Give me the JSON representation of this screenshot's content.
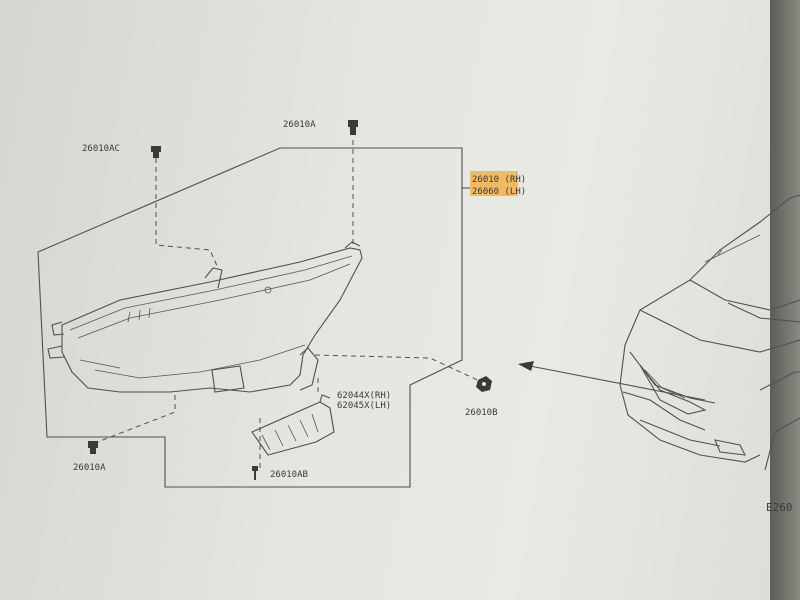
{
  "labels": {
    "part_ac": "26010AC",
    "part_a_top": "26010A",
    "main_rh": "26010 (RH)",
    "main_lh": "26060 (LH)",
    "bracket_rh": "62044X(RH)",
    "bracket_lh": "62045X(LH)",
    "part_b": "26010B",
    "part_ab": "26010AB",
    "part_a_bottom": "26010A",
    "figure_code": "E260"
  },
  "colors": {
    "highlight": "#f2b24a",
    "line": "#505050",
    "text": "#3a3a3a"
  }
}
